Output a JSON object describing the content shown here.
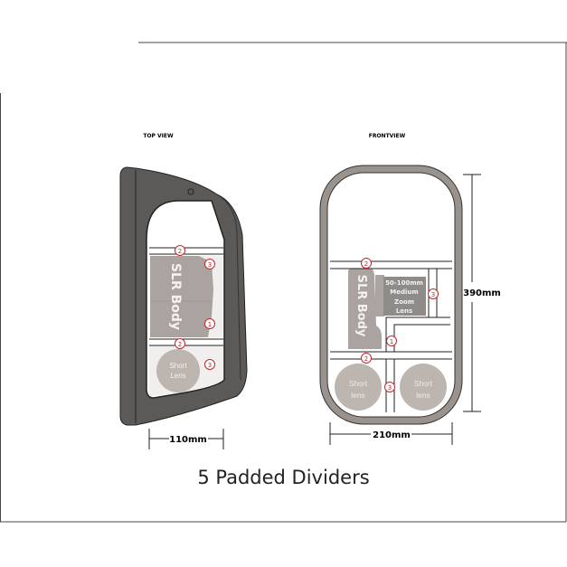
{
  "views": {
    "top": {
      "heading": "TOP VIEW",
      "slr": "SLR Body",
      "lens": [
        "Short",
        "Lens"
      ],
      "width": "110mm"
    },
    "front": {
      "heading": "FRONTVIEW",
      "slr": "SLR Body",
      "zoom": [
        "50-100mm",
        "Medium",
        "Zoom",
        "Lens"
      ],
      "lens": [
        "Short",
        "lens"
      ],
      "width": "210mm",
      "height": "390mm"
    }
  },
  "markers": {
    "one": "1",
    "two": "2",
    "three": "3"
  },
  "title": "5 Padded Dividers",
  "colors": {
    "shell": "#5c5a59",
    "padding": "#aaa3a0",
    "zoom_lens": "#8f8b89",
    "lens": "#bdb5b0",
    "marker": "#c0282d"
  }
}
